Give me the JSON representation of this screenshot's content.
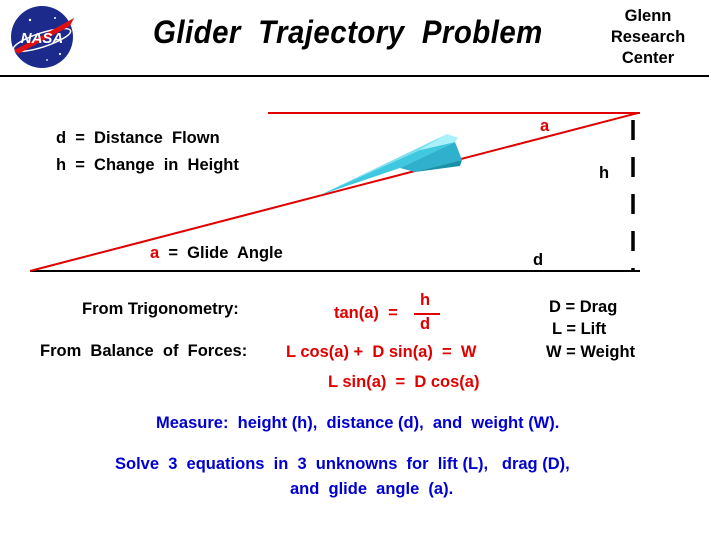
{
  "header": {
    "title": "Glider  Trajectory  Problem",
    "org_line1": "Glenn",
    "org_line2": "Research",
    "org_line3": "Center",
    "logo_text": "NASA"
  },
  "legend": {
    "d_def": "d  =  Distance  Flown",
    "h_def": "h  =  Change  in  Height",
    "a_sym": "a",
    "a_def": "  =  Glide  Angle"
  },
  "diagram": {
    "angle_label": "a",
    "height_label": "h",
    "distance_label": "d",
    "colors": {
      "trajectory": "#e00000",
      "glider": "#40c8e0",
      "axes": "#000000"
    }
  },
  "equations": {
    "trig_label": "From Trigonometry:",
    "forces_label": "From  Balance  of  Forces:",
    "tan_lhs": "tan(a)  =",
    "frac_num": "h",
    "frac_den": "d",
    "forces_eq1": "L cos(a) +  D sin(a)  =  W",
    "forces_eq2": "L sin(a)  =  D cos(a)",
    "def_drag": "D = Drag",
    "def_lift": "L = Lift",
    "def_weight": "W = Weight"
  },
  "notes": {
    "measure": "Measure:  height (h),  distance (d),  and  weight (W).",
    "solve_line1": "Solve  3  equations  in  3  unknowns  for  lift (L),   drag (D),",
    "solve_line2": "and  glide  angle  (a)."
  }
}
